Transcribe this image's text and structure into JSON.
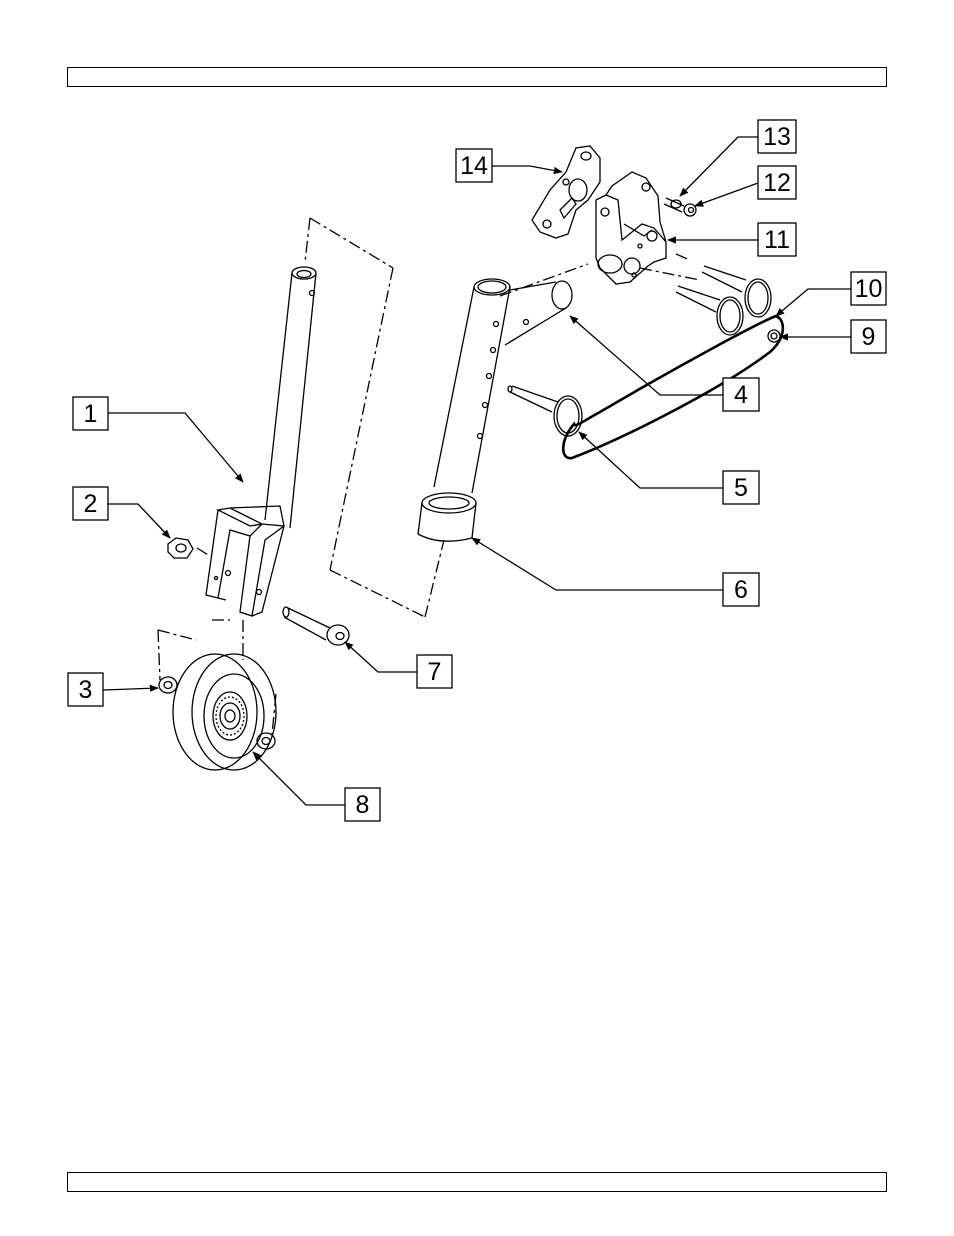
{
  "header": {
    "text": ""
  },
  "footer": {
    "text": ""
  },
  "diagram": {
    "line_color": "#000000",
    "background": "#ffffff",
    "callouts": [
      {
        "id": "c1",
        "label": "1"
      },
      {
        "id": "c2",
        "label": "2"
      },
      {
        "id": "c3",
        "label": "3"
      },
      {
        "id": "c4",
        "label": "4"
      },
      {
        "id": "c5",
        "label": "5"
      },
      {
        "id": "c6",
        "label": "6"
      },
      {
        "id": "c7",
        "label": "7"
      },
      {
        "id": "c8",
        "label": "8"
      },
      {
        "id": "c9",
        "label": "9"
      },
      {
        "id": "c10",
        "label": "10"
      },
      {
        "id": "c11",
        "label": "11"
      },
      {
        "id": "c12",
        "label": "12"
      },
      {
        "id": "c13",
        "label": "13"
      },
      {
        "id": "c14",
        "label": "14"
      }
    ]
  }
}
